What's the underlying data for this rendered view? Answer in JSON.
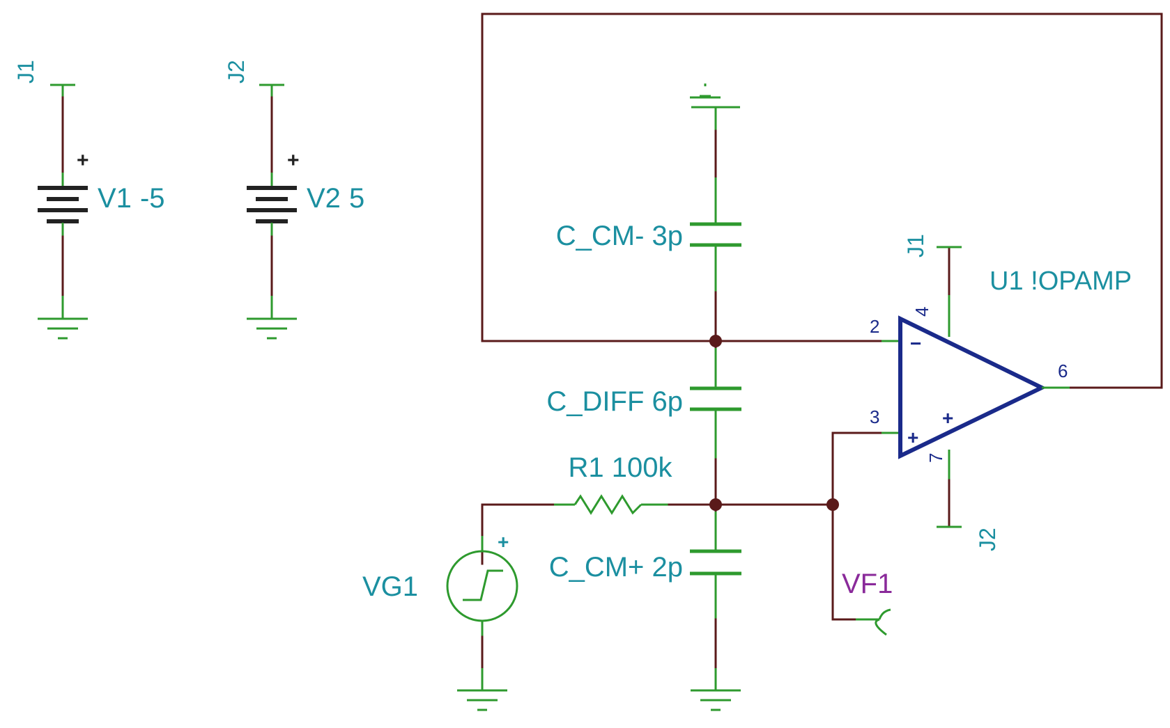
{
  "supplies": [
    {
      "jumper": "J1",
      "name": "V1",
      "value": "-5",
      "polarity": "+"
    },
    {
      "jumper": "J2",
      "name": "V2",
      "value": "5",
      "polarity": "+"
    }
  ],
  "components": {
    "c_cm_minus": "C_CM- 3p",
    "c_diff": "C_DIFF 6p",
    "r1": "R1 100k",
    "c_cm_plus": "C_CM+ 2p",
    "vg1": "VG1",
    "vg1_polarity": "+",
    "vf1": "VF1"
  },
  "opamp": {
    "label": "U1 !OPAMP",
    "supply_top": "J1",
    "supply_bottom": "J2",
    "pin_inverting": "2",
    "pin_noninverting": "3",
    "pin_output": "6",
    "pin_vplus": "4",
    "pin_vminus": "7",
    "sign_minus_in": "−",
    "sign_plus_in": "+",
    "sign_plus_supply": "+"
  },
  "colors": {
    "wire": "#5a1a1a",
    "component": "#2e9a2e",
    "label": "#1b8fa0",
    "opamp": "#1a2a8a",
    "probe": "#8a2a9a"
  }
}
